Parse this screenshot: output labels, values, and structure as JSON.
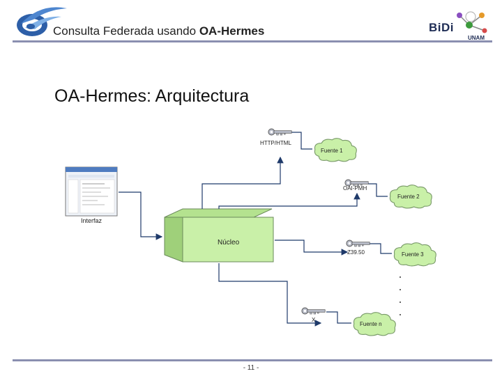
{
  "header": {
    "title_prefix": "Consulta Federada usando ",
    "title_bold": "OA-Hermes",
    "logo_right_text": "BiDi",
    "logo_right_sub": "UNAM"
  },
  "slide": {
    "title": "OA-Hermes: Arquitectura"
  },
  "diagram": {
    "nucleus_label": "Núcleo",
    "interface_label": "Interfaz",
    "protocols": [
      "HTTP/HTML",
      "OAI-PMH",
      "Z39.50",
      "X"
    ],
    "sources": [
      "Fuente 1",
      "Fuente 2",
      "Fuente 3",
      "Fuente n"
    ]
  },
  "footer": {
    "page_number": "- 11 -"
  },
  "colors": {
    "rule": "#8a8fb0",
    "nucleus_fill": "#c9f0a8",
    "cloud_fill": "#c9f0a8",
    "line": "#1f3a6a"
  }
}
